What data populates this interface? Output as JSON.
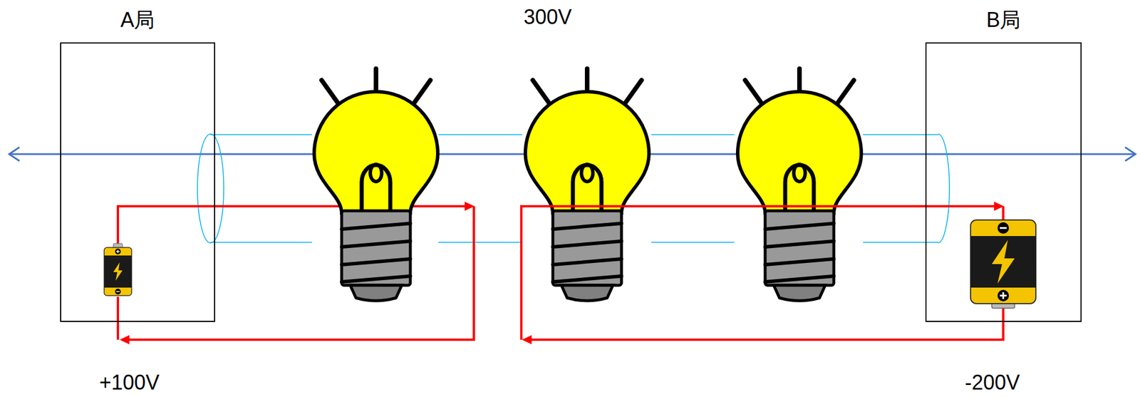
{
  "diagram": {
    "nodes": [
      {
        "text": [
          "A局"
        ]
      },
      {
        "text": [
          "B局"
        ]
      }
    ],
    "labels": [
      "300V",
      "+100V",
      "-200V"
    ]
  }
}
